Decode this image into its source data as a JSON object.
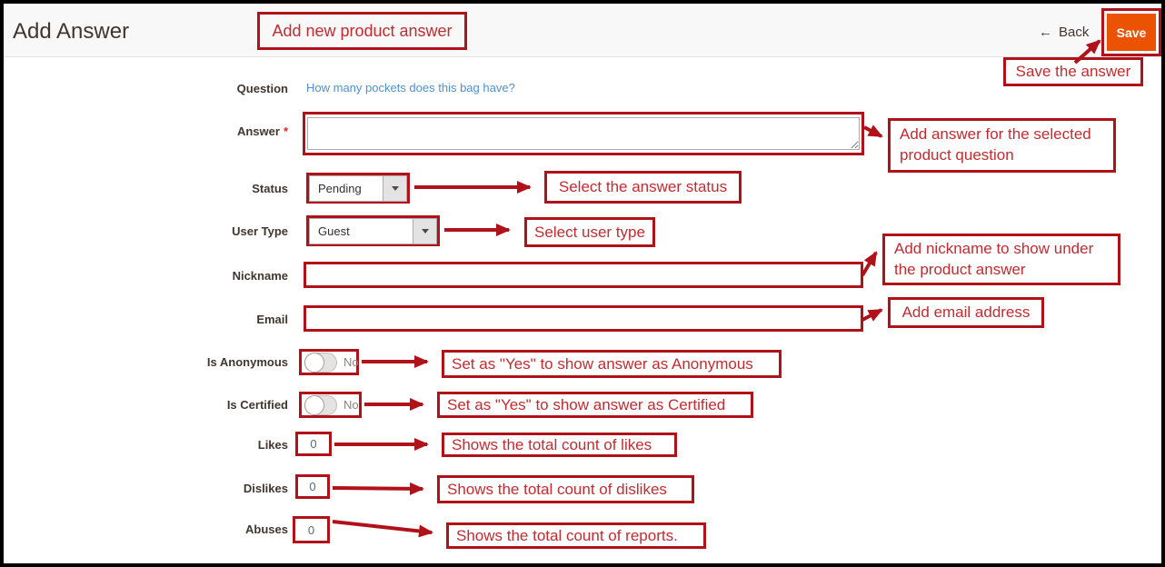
{
  "window": {
    "title": "Add Answer"
  },
  "header": {
    "back_label": "Back",
    "back_arrow": "←",
    "save_label": "Save"
  },
  "form": {
    "question": {
      "label": "Question",
      "value": "How many pockets does this bag have?"
    },
    "answer": {
      "label": "Answer",
      "required_mark": "*",
      "value": ""
    },
    "status": {
      "label": "Status",
      "value": "Pending"
    },
    "user_type": {
      "label": "User Type",
      "value": "Guest"
    },
    "nickname": {
      "label": "Nickname",
      "value": ""
    },
    "email": {
      "label": "Email",
      "value": ""
    },
    "is_anonymous": {
      "label": "Is Anonymous",
      "value": "No"
    },
    "is_certified": {
      "label": "Is Certified",
      "value": "No"
    },
    "likes": {
      "label": "Likes",
      "value": "0"
    },
    "dislikes": {
      "label": "Dislikes",
      "value": "0"
    },
    "abuses": {
      "label": "Abuses",
      "value": "0"
    }
  },
  "annotations": {
    "add_new": "Add new product answer",
    "save": "Save the answer",
    "answer": "Add answer for the selected product question",
    "status": "Select the answer status",
    "user_type": "Select user type",
    "nickname": "Add nickname to show under the product answer",
    "email": "Add email address",
    "is_anonymous": "Set as \"Yes\" to show answer as Anonymous",
    "is_certified": "Set as \"Yes\" to show answer as Certified",
    "likes": "Shows the total count of likes",
    "dislikes": "Shows the total count of dislikes",
    "abuses": "Shows the total count of reports."
  },
  "colors": {
    "annotation_red": "#b1121a",
    "accent_orange": "#eb5202",
    "link_blue": "#4d90d6",
    "header_bg": "#f8f8f8",
    "label_text": "#41362f"
  }
}
